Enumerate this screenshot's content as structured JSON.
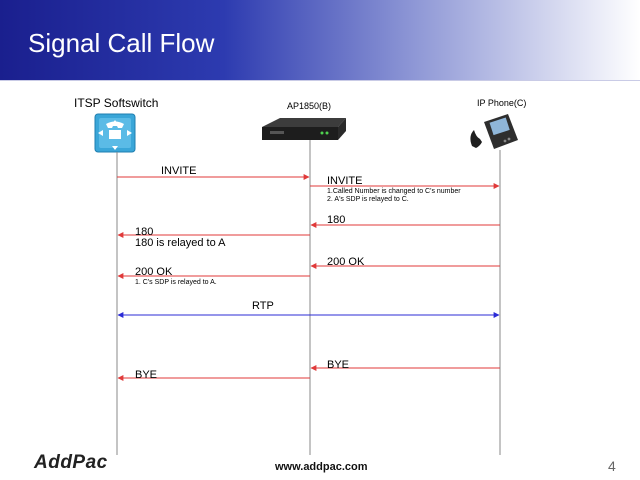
{
  "slide": {
    "title": "Signal Call Flow",
    "footer_logo": "AddPac",
    "footer_url": "www.addpac.com",
    "page_number": "4"
  },
  "entities": [
    {
      "id": "softswitch",
      "label": "ITSP Softswitch",
      "icon": "softswitch-icon"
    },
    {
      "id": "gateway",
      "label": "AP1850(B)",
      "icon": "gateway-device-icon"
    },
    {
      "id": "phone",
      "label": "IP Phone(C)",
      "icon": "ip-phone-icon"
    }
  ],
  "messages": [
    {
      "label": "INVITE",
      "from": "softswitch",
      "to": "gateway",
      "color": "#e03a3a"
    },
    {
      "label": "INVITE",
      "from": "gateway",
      "to": "phone",
      "color": "#e03a3a",
      "notes": [
        "1.Called Number is changed to C's number",
        "2. A's SDP is relayed to C."
      ]
    },
    {
      "label": "180",
      "from": "phone",
      "to": "gateway",
      "color": "#e03a3a"
    },
    {
      "label": "180",
      "from": "gateway",
      "to": "softswitch",
      "color": "#e03a3a",
      "notes": [
        "180 is relayed to A"
      ]
    },
    {
      "label": "200 OK",
      "from": "phone",
      "to": "gateway",
      "color": "#e03a3a"
    },
    {
      "label": "200 OK",
      "from": "gateway",
      "to": "softswitch",
      "color": "#e03a3a",
      "notes": [
        "1. C's SDP is relayed to A."
      ]
    },
    {
      "label": "RTP",
      "from": "softswitch",
      "to": "phone",
      "color": "#2b2bd6",
      "bidirectional": true
    },
    {
      "label": "BYE",
      "from": "phone",
      "to": "gateway",
      "color": "#e03a3a"
    },
    {
      "label": "BYE",
      "from": "gateway",
      "to": "softswitch",
      "color": "#e03a3a"
    }
  ]
}
